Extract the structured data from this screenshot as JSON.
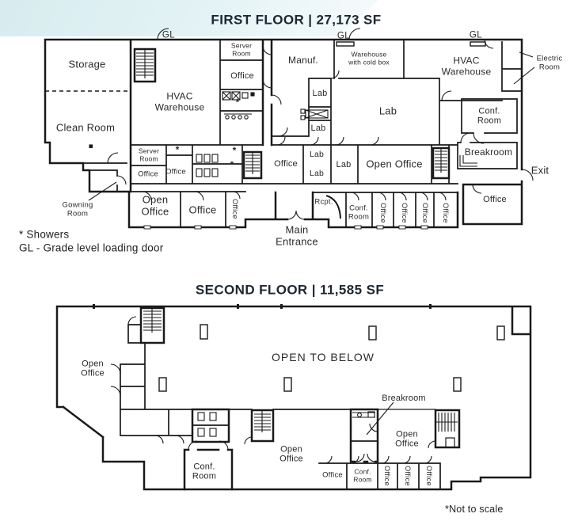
{
  "header": {
    "floor1_title": "FIRST FLOOR | 27,173 SF",
    "floor2_title": "SECOND FLOOR | 11,585 SF"
  },
  "legend": {
    "showers": "* Showers",
    "gl": "GL - Grade level loading door",
    "not_to_scale": "*Not to scale"
  },
  "colors": {
    "wall": "#1a1a1a",
    "text": "#2a2a2a",
    "title": "#1d2733",
    "band": "#d9edf0"
  },
  "floor1": {
    "gl_markers": [
      "GL",
      "GL",
      "GL"
    ],
    "asterisks": [
      "*",
      "*",
      "*",
      "*"
    ],
    "rooms": [
      {
        "label": "Storage"
      },
      {
        "label": "Clean Room"
      },
      {
        "label": "HVAC\nWarehouse"
      },
      {
        "label": "Server\nRoom"
      },
      {
        "label": "Office"
      },
      {
        "label": "Manuf."
      },
      {
        "label": "Warehouse\nwith cold box"
      },
      {
        "label": "HVAC\nWarehouse"
      },
      {
        "label": "Electric\nRoom"
      },
      {
        "label": "Lab"
      },
      {
        "label": "Lab"
      },
      {
        "label": "Lab"
      },
      {
        "label": "Conf.\nRoom"
      },
      {
        "label": "Office"
      },
      {
        "label": "Lab"
      },
      {
        "label": "Lab"
      },
      {
        "label": "Lab"
      },
      {
        "label": "Open Office"
      },
      {
        "label": "Breakroom"
      },
      {
        "label": "Exit"
      },
      {
        "label": "Office"
      },
      {
        "label": "Server\nRoom"
      },
      {
        "label": "Office"
      },
      {
        "label": "Office"
      },
      {
        "label": "Open\nOffice"
      },
      {
        "label": "Office"
      },
      {
        "label": "Office"
      },
      {
        "label": "Rcpt."
      },
      {
        "label": "Conf.\nRoom"
      },
      {
        "label": "Office"
      },
      {
        "label": "Office"
      },
      {
        "label": "Office"
      },
      {
        "label": "Office"
      },
      {
        "label": "Main\nEntrance"
      },
      {
        "label": "Gowning\nRoom"
      }
    ]
  },
  "floor2": {
    "rooms": [
      {
        "label": "Open\nOffice"
      },
      {
        "label": "OPEN TO BELOW"
      },
      {
        "label": "Breakroom"
      },
      {
        "label": "Open\nOffice"
      },
      {
        "label": "Open\nOffice"
      },
      {
        "label": "Conf.\nRoom"
      },
      {
        "label": "Office"
      },
      {
        "label": "Conf.\nRoom"
      },
      {
        "label": "Office"
      },
      {
        "label": "Office"
      },
      {
        "label": "Office"
      }
    ]
  }
}
